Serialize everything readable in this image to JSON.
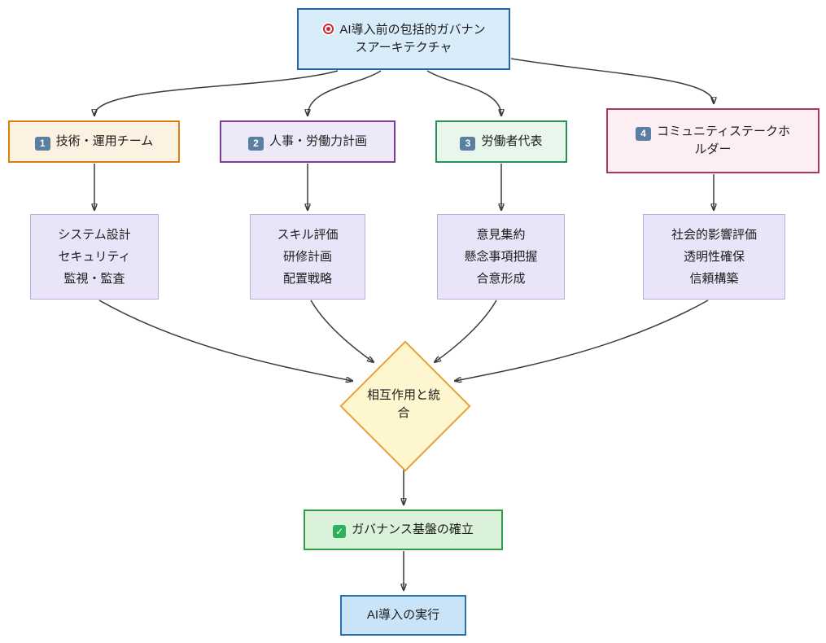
{
  "root": {
    "icon": "target-icon",
    "label": "AI導入前の包括的ガバナンスアーキテクチャ"
  },
  "teams": [
    {
      "badge": "1",
      "label": "技術・運用チーム",
      "accent": "#d9820b"
    },
    {
      "badge": "2",
      "label": "人事・労働力計画",
      "accent": "#7d3c98"
    },
    {
      "badge": "3",
      "label": "労働者代表",
      "accent": "#2d8f57"
    },
    {
      "badge": "4",
      "label": "コミュニティステークホルダー",
      "accent": "#b13366"
    }
  ],
  "details": [
    {
      "lines": [
        "システム設計",
        "セキュリティ",
        "監視・監査"
      ]
    },
    {
      "lines": [
        "スキル評価",
        "研修計画",
        "配置戦略"
      ]
    },
    {
      "lines": [
        "意見集約",
        "懸念事項把握",
        "合意形成"
      ]
    },
    {
      "lines": [
        "社会的影響評価",
        "透明性確保",
        "信頼構築"
      ]
    }
  ],
  "decision": {
    "label": "相互作用と統合"
  },
  "outcome": {
    "icon": "check-icon",
    "label": "ガバナンス基盤の確立"
  },
  "final": {
    "label": "AI導入の実行"
  },
  "colors": {
    "root_border": "#2068a8",
    "decision_border": "#e8a33d",
    "outcome_border": "#2f9e44",
    "final_border": "#2a72ad",
    "detail_border": "#b9aede",
    "arrow": "#3b3b3b"
  }
}
